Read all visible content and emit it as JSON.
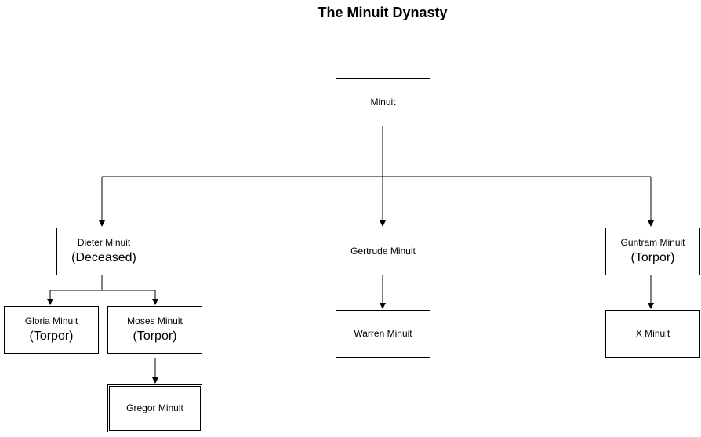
{
  "title": "The Minuit Dynasty",
  "nodes": {
    "minuit": {
      "name": "Minuit",
      "status": ""
    },
    "dieter": {
      "name": "Dieter Minuit",
      "status": "(Deceased)"
    },
    "gertrude": {
      "name": "Gertrude Minuit",
      "status": ""
    },
    "guntram": {
      "name": "Guntram Minuit",
      "status": "(Torpor)"
    },
    "gloria": {
      "name": "Gloria Minuit",
      "status": "(Torpor)"
    },
    "moses": {
      "name": "Moses Minuit",
      "status": "(Torpor)"
    },
    "gregor": {
      "name": "Gregor Minuit",
      "status": ""
    },
    "warren": {
      "name": "Warren Minuit",
      "status": ""
    },
    "x": {
      "name": "X Minuit",
      "status": ""
    }
  },
  "edges": [
    {
      "from": "Minuit",
      "to": "Dieter Minuit"
    },
    {
      "from": "Minuit",
      "to": "Gertrude Minuit"
    },
    {
      "from": "Minuit",
      "to": "Guntram Minuit"
    },
    {
      "from": "Dieter Minuit",
      "to": "Gloria Minuit"
    },
    {
      "from": "Dieter Minuit",
      "to": "Moses Minuit"
    },
    {
      "from": "Moses Minuit",
      "to": "Gregor Minuit"
    },
    {
      "from": "Gertrude Minuit",
      "to": "Warren Minuit"
    },
    {
      "from": "Guntram Minuit",
      "to": "X Minuit"
    }
  ]
}
